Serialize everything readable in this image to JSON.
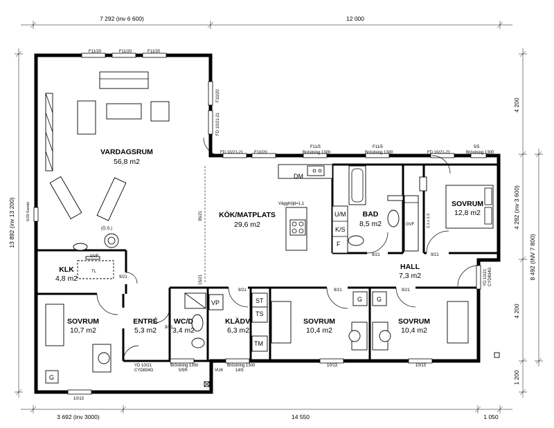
{
  "dimensions": {
    "top_left": "7 292 (inv 6 600)",
    "top_right": "12 000",
    "bottom_left": "3 692 (inv 3000)",
    "bottom_mid": "14 550",
    "bottom_right": "1 050",
    "left": "13 892 (inv 13 200)",
    "right_1": "4 200",
    "right_2": "4 292 (inv 3 600)",
    "right_3": "8 492 (INV 7 800)",
    "right_4": "4 200",
    "right_5": "1 200"
  },
  "rooms": [
    {
      "name": "VARDAGSRUM",
      "area": "56,8 m2"
    },
    {
      "name": "KÖK/MATPLATS",
      "area": "29,6 m2"
    },
    {
      "name": "BAD",
      "area": "8,5 m2"
    },
    {
      "name": "SOVRUM",
      "area": "12,8 m2"
    },
    {
      "name": "HALL",
      "area": "7,3 m2"
    },
    {
      "name": "KLK",
      "area": "4,8 m2"
    },
    {
      "name": "SOVRUM",
      "area": "10,7 m2"
    },
    {
      "name": "ENTRÉ",
      "area": "5,3 m2"
    },
    {
      "name": "WC/D",
      "area": "3,4 m2"
    },
    {
      "name": "KLÄDV.",
      "area": "6,3 m2"
    },
    {
      "name": "SOVRUM",
      "area": "10,4 m2"
    },
    {
      "name": "SOVRUM",
      "area": "10,4 m2"
    }
  ],
  "windows": {
    "living_top": "F11/20",
    "f10_20": "F10/20",
    "fd_living": "FD 10/21-21",
    "fd_kitchen": "FD 10/21-21",
    "f10_20_kitchen": "F10/20",
    "f11_5": "F11/5",
    "brostning_1300": "Bröstning 1300",
    "f5_5": "5/5",
    "fd_bed": "FD 10/21-21",
    "f10_13": "10/13",
    "yd_1": "YD 10/21",
    "yd_1_code": "CYD834G",
    "yd_2": "YD 10/21",
    "yd_2_code": "CYD834G",
    "brostning_5r": "5/5R",
    "brostning_14": "14/5",
    "vuk": "VUK",
    "komb": "5/20 Kombi"
  },
  "doors": {
    "d9_21": "9/21",
    "d15_21": "15/21",
    "d35_21": "35/21"
  },
  "labels": {
    "dm": "DM",
    "um": "U/M",
    "ks": "K/S",
    "f": "F",
    "vp": "VP",
    "st": "ST",
    "ts": "TS",
    "tm": "TM",
    "g": "G",
    "gvf": "GVF",
    "tl": "TL",
    "os": "(Ö.S.)",
    "vagghojd": "Vägghöjd=1,1",
    "closet_dim": "2,1 x 2,3"
  }
}
